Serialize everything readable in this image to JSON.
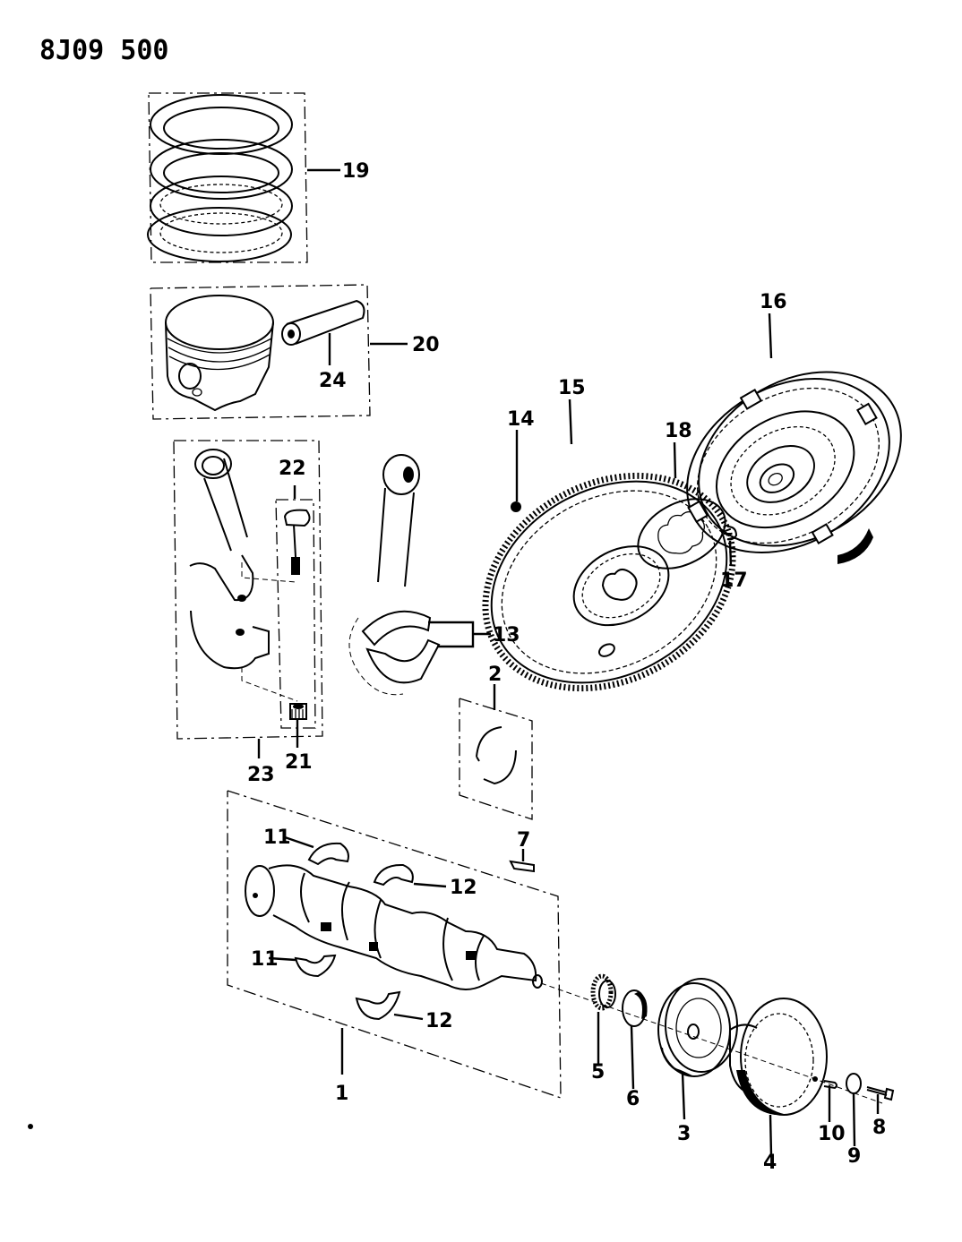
{
  "diagram": {
    "drawing_number": "8J09 500",
    "colors": {
      "ink": "#000000",
      "paper": "#ffffff"
    },
    "callouts": {
      "c1": "1",
      "c2": "2",
      "c3": "3",
      "c4": "4",
      "c5": "5",
      "c6": "6",
      "c7": "7",
      "c8": "8",
      "c9": "9",
      "c10": "10",
      "c11a": "11",
      "c11b": "11",
      "c12a": "12",
      "c12b": "12",
      "c13": "13",
      "c14": "14",
      "c15": "15",
      "c16": "16",
      "c17": "17",
      "c18": "18",
      "c19": "19",
      "c20": "20",
      "c21": "21",
      "c22": "22",
      "c23": "23",
      "c24": "24"
    },
    "parts": [
      {
        "ref": "1",
        "icon": "crankshaft-icon"
      },
      {
        "ref": "2",
        "icon": "thrust-washer-icon"
      },
      {
        "ref": "3",
        "icon": "damper-pulley-icon"
      },
      {
        "ref": "4",
        "icon": "pulley-icon"
      },
      {
        "ref": "5",
        "icon": "sprocket-icon"
      },
      {
        "ref": "6",
        "icon": "washer-icon"
      },
      {
        "ref": "7",
        "icon": "key-icon"
      },
      {
        "ref": "8",
        "icon": "bolt-icon"
      },
      {
        "ref": "9",
        "icon": "washer-icon"
      },
      {
        "ref": "10",
        "icon": "screw-icon"
      },
      {
        "ref": "11",
        "icon": "main-bearing-icon"
      },
      {
        "ref": "12",
        "icon": "main-bearing-icon"
      },
      {
        "ref": "13",
        "icon": "rod-bearing-icon"
      },
      {
        "ref": "14",
        "icon": "bolt-icon"
      },
      {
        "ref": "15",
        "icon": "flywheel-icon"
      },
      {
        "ref": "16",
        "icon": "torque-converter-icon"
      },
      {
        "ref": "17",
        "icon": "bolt-icon"
      },
      {
        "ref": "18",
        "icon": "plate-icon"
      },
      {
        "ref": "19",
        "icon": "piston-rings-icon"
      },
      {
        "ref": "20",
        "icon": "piston-icon"
      },
      {
        "ref": "21",
        "icon": "nut-icon"
      },
      {
        "ref": "22",
        "icon": "rod-bolt-icon"
      },
      {
        "ref": "23",
        "icon": "connecting-rod-icon"
      },
      {
        "ref": "24",
        "icon": "piston-pin-icon"
      }
    ]
  }
}
